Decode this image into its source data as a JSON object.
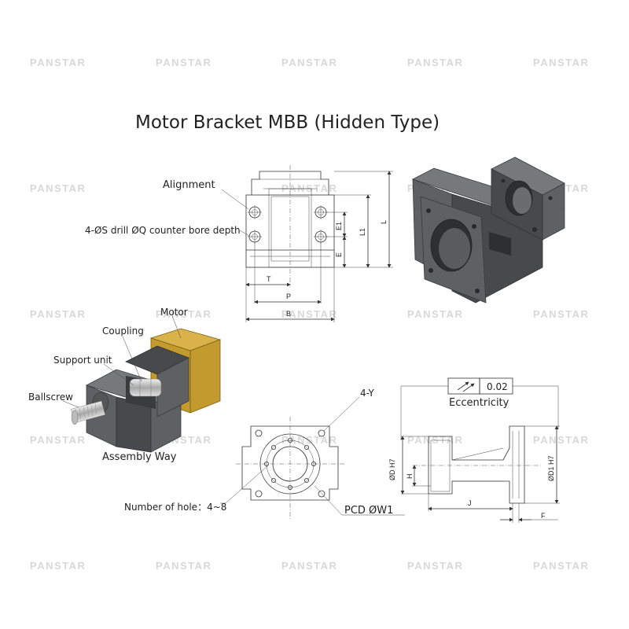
{
  "title": "Motor Bracket MBB (Hidden Type)",
  "watermark": "PANSTAR",
  "front_view": {
    "alignment_label": "Alignment",
    "hole_label": "4-ØS drill ØQ counter bore depth",
    "dims": {
      "T": "T",
      "P": "P",
      "B": "B",
      "E1": "E1",
      "E": "E",
      "L1": "L1",
      "L": "L"
    }
  },
  "assembly": {
    "motor_label": "Motor",
    "coupling_label": "Coupling",
    "support_unit_label": "Support unit",
    "ballscrew_label": "Ballscrew",
    "caption": "Assembly Way"
  },
  "flange_view": {
    "tap_label": "4-Y",
    "holes_label": "Number of hole：4~8",
    "pcd_label": "PCD  ØW1"
  },
  "side_view": {
    "tolerance_value": "0.02",
    "eccentricity_label": "Eccentricity",
    "dims": {
      "D": "ØD  H7",
      "D1": "ØD1  H7",
      "H": "H",
      "J": "J",
      "F": "F"
    }
  }
}
